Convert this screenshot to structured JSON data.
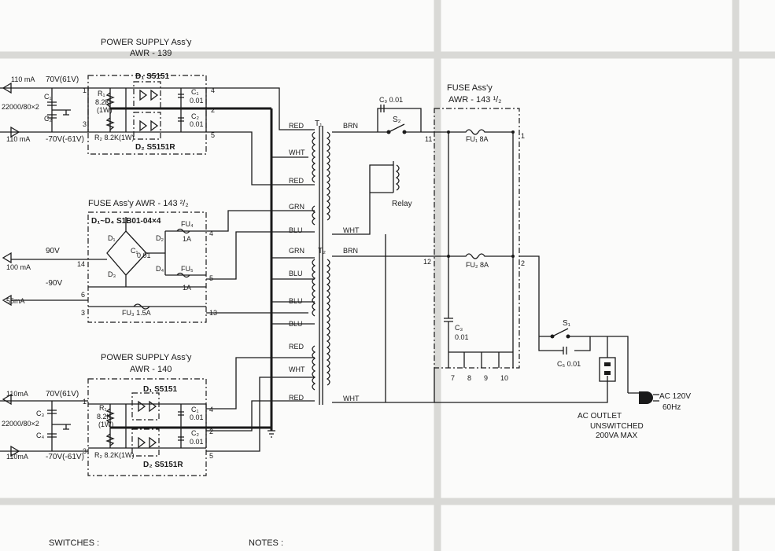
{
  "blocks": {
    "ps_top": {
      "title": "POWER SUPPLY Ass'y",
      "model": "AWR - 139",
      "d1": "D₁ S5151",
      "d2": "D₂ S5151R",
      "r1": "R₁",
      "r1_val": "8.2K",
      "r1_w": "(1W)",
      "r2": "R₂ 8.2K(1W)",
      "c1": "C₁",
      "c1_val": "0.01",
      "c2": "C₂",
      "c2_val": "0.01",
      "p1": "1",
      "p3": "3",
      "p4": "4",
      "p2": "2",
      "p5": "5"
    },
    "fuse_mid": {
      "title": "FUSE Ass'y AWR - 143 ²/₂",
      "diodes": "D₁~D₄ S1B01-04×4",
      "d1": "D₁",
      "d2": "D₂",
      "d3": "D₃",
      "d4": "D₄",
      "c1": "C₁",
      "c1_val": "0.01",
      "fu4": "FU₄",
      "fu4_val": "1A",
      "fu5": "FU₅",
      "fu5_val": "1A",
      "fu3": "FU₃ 1.5A",
      "p14": "14",
      "p6": "6",
      "p3": "3",
      "p4": "4",
      "p5": "5",
      "p13": "13"
    },
    "ps_bot": {
      "title": "POWER SUPPLY Ass'y",
      "model": "AWR - 140",
      "d1": "D₁ S5151",
      "d2": "D₂ S5151R",
      "r1": "R₁",
      "r1_val": "8.2K",
      "r1_w": "(1W)",
      "r2": "R₂ 8.2K(1W)",
      "c1": "C₁",
      "c1_val": "0.01",
      "c2": "C₂",
      "c2_val": "0.01",
      "p1": "1",
      "p3": "3",
      "p4": "4",
      "p2": "2",
      "p5": "5"
    },
    "fuse_right": {
      "title": "FUSE Ass'y",
      "model": "AWR - 143 ¹/₂",
      "fu1": "FU₁ 8A",
      "fu2": "FU₂ 8A",
      "c3": "C₃",
      "c3_val": "0.01",
      "p11": "11",
      "p12": "12",
      "p1": "1",
      "p2": "2",
      "p7": "7",
      "p8": "8",
      "p9": "9",
      "p10": "10"
    }
  },
  "left": {
    "top_ma1": "110 mA",
    "top_v1": "70V(61V)",
    "top_cap": "C₁",
    "top_cap2": "C₂",
    "top_cap_val": "22000/80×2",
    "top_ma2": "110 mA",
    "top_v2": "-70V(-61V)",
    "mid_v1": "90V",
    "mid_ma1": "100 mA",
    "mid_v2": "-90V",
    "mid_ma2": "55mA",
    "bot_ma1": "110mA",
    "bot_v1": "70V(61V)",
    "bot_cap": "C₃",
    "bot_cap2": "C₄",
    "bot_cap_val": "22000/80×2",
    "bot_ma2": "110mA",
    "bot_v2": "-70V(-61V)"
  },
  "transformer": {
    "t1": "T₁",
    "t2": "T₂",
    "w1": "RED",
    "w2": "WHT",
    "w3": "RED",
    "w4": "GRN",
    "w5": "BLU",
    "w6": "GRN",
    "w7": "BLU",
    "w8": "BLU",
    "w9": "BLU",
    "w10": "RED",
    "w11": "WHT",
    "w12": "RED",
    "p_brn1": "BRN",
    "p_wht1": "WHT",
    "p_brn2": "BRN",
    "p_wht2": "WHT"
  },
  "relay": {
    "c9": "C₉ 0.01",
    "s2": "S₂",
    "label": "Relay"
  },
  "ac": {
    "s1": "S₁",
    "c5": "C₅ 0.01",
    "plug": "AC 120V",
    "hz": "60Hz",
    "outlet1": "AC OUTLET",
    "outlet2": "UNSWITCHED",
    "outlet3": "200VA MAX"
  },
  "footer": {
    "switches": "SWITCHES :",
    "notes": "NOTES :"
  },
  "colors": {
    "ink": "#1a1a1a",
    "paper": "#fbfbfa",
    "fold": "#d9d9d6"
  }
}
